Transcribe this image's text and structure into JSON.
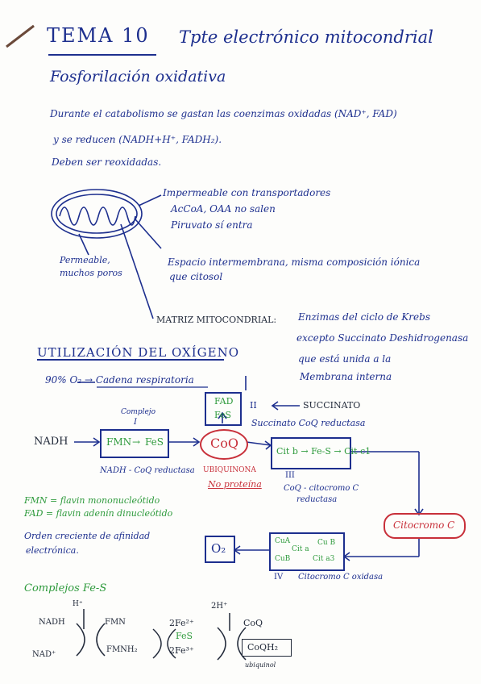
{
  "title": {
    "tema": "TEMA 10",
    "topic": "Tpte electrónico mitocondrial"
  },
  "subtitle": "Fosforilación oxidativa",
  "intro": {
    "line1": "Durante el catabolismo se gastan las coenzimas oxidadas (NAD⁺, FAD)",
    "line2": "y se reducen (NADH+H⁺, FADH₂).",
    "line3": "Deben ser reoxidadas."
  },
  "mito": {
    "membrane_outer_1": "Impermeable con transportadores",
    "membrane_outer_2": "AcCoA, OAA no salen",
    "membrane_outer_3": "Piruvato sí entra",
    "permeable_1": "Permeable,",
    "permeable_2": "muchos poros",
    "espacio_1": "Espacio intermembrana, misma composición iónica",
    "espacio_2": "que citosol",
    "matriz_label": "MATRIZ MITOCONDRIAL:",
    "matriz_1": "Enzimas del ciclo de Krebs",
    "matriz_2": "excepto Succinato Deshidrogenasa",
    "matriz_3": "que está unida a la",
    "matriz_4": "Membrana interna"
  },
  "oxigeno": {
    "heading": "UTILIZACIÓN DEL OXÍGENO",
    "line": "90% O₂ → Cadena respiratoria"
  },
  "chain": {
    "complejo_I_label_1": "Complejo",
    "complejo_I_label_2": "I",
    "nadh": "NADH",
    "c1_fmn": "FMN",
    "c1_fes": "FeS",
    "c1_name": "NADH - CoQ reductasa",
    "c2_fad": "FAD",
    "c2_fes": "FeS",
    "c2_num": "II",
    "succinato": "SUCCINATO",
    "c2_name": "Succinato CoQ reductasa",
    "coq": "CoQ",
    "ubiquinona": "UBIQUINONA",
    "no_proteina": "No proteína",
    "c3_text": "Cit b → Fe-S → Cit c1",
    "c3_num": "III",
    "c3_name_1": "CoQ - citocromo C",
    "c3_name_2": "reductasa",
    "citc": "Citocromo C",
    "c4_cua": "CuA",
    "c4_cub": "CuB",
    "c4_cita": "Cit a",
    "c4_cua3": "Cu B",
    "c4_cita3": "Cit a3",
    "c4_num": "IV",
    "c4_name": "Citocromo C oxidasa",
    "o2": "O₂"
  },
  "notes": {
    "fmn": "FMN = flavin mononucleótido",
    "fad": "FAD = flavin adenín dinucleótido",
    "orden_1": "Orden creciente de afinidad",
    "orden_2": "electrónica."
  },
  "fes": {
    "heading": "Complejos Fe-S",
    "nadh": "NADH",
    "h": "H⁺",
    "nad": "NAD⁺",
    "fmn": "FMN",
    "fmnh2": "FMNH₂",
    "fe2": "2Fe²⁺",
    "fe3": "2Fe³⁺",
    "fes": "FeS",
    "twoh": "2H⁺",
    "coq": "CoQ",
    "coqh2": "CoQH₂",
    "ubiquinol": "ubiquinol"
  }
}
